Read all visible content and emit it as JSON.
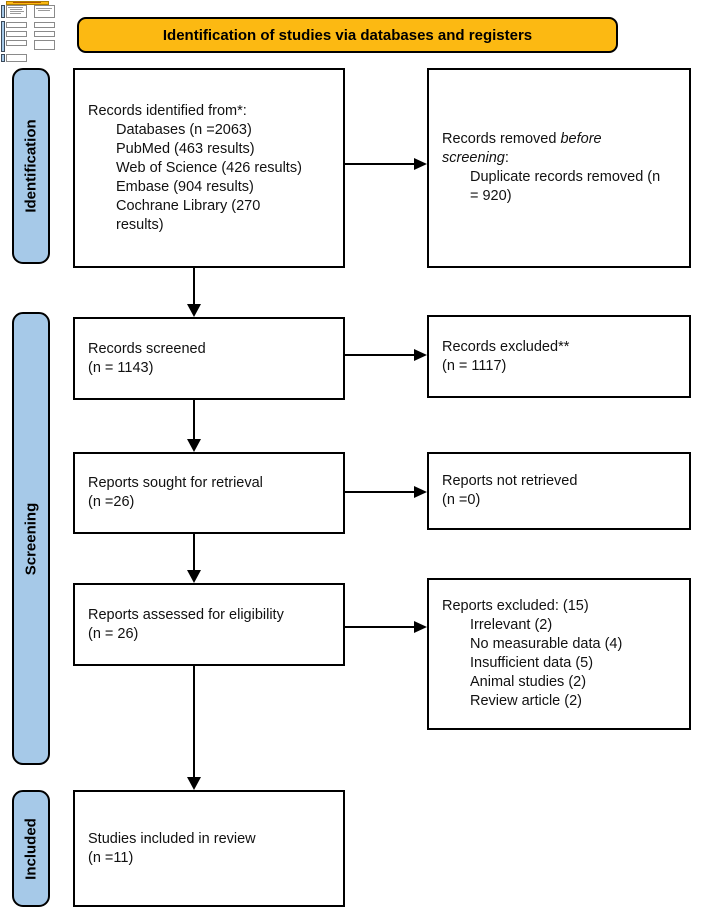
{
  "banner": {
    "title": "Identification of studies via databases and registers"
  },
  "stages": {
    "identification": "Identification",
    "screening": "Screening",
    "included": "Included"
  },
  "boxes": {
    "records_identified": {
      "title": "Records identified from*:",
      "items": [
        "Databases (n =2063)",
        "PubMed (463 results)",
        "Web of Science (426 results)",
        "Embase (904 results)",
        "Cochrane Library (270",
        "results)"
      ]
    },
    "records_removed": {
      "l1": "Records removed",
      "l1_italic": "before",
      "l2_italic": "screening",
      "l2": ":",
      "items": [
        "Duplicate records removed (n",
        "= 920)"
      ]
    },
    "records_screened": {
      "lines": [
        "Records screened",
        "(n = 1143)"
      ]
    },
    "records_excluded": {
      "lines": [
        "Records excluded**",
        "(n = 1117)"
      ]
    },
    "reports_sought": {
      "lines": [
        "Reports sought for retrieval",
        "(n =26)"
      ]
    },
    "reports_not_retrieved": {
      "lines": [
        "Reports not retrieved",
        "(n =0)"
      ]
    },
    "reports_assessed": {
      "lines": [
        "Reports assessed for eligibility",
        "(n = 26)"
      ]
    },
    "reports_excluded": {
      "title": "Reports excluded: (15)",
      "items": [
        "Irrelevant (2)",
        "No measurable data (4)",
        "Insufficient data (5)",
        "Animal studies (2)",
        "Review article (2)"
      ]
    },
    "studies_included": {
      "lines": [
        "Studies included in review",
        "(n =11)"
      ]
    }
  },
  "colors": {
    "banner_bg": "#FCB912",
    "stage_bg": "#A6C9E8",
    "line": "#000000"
  }
}
